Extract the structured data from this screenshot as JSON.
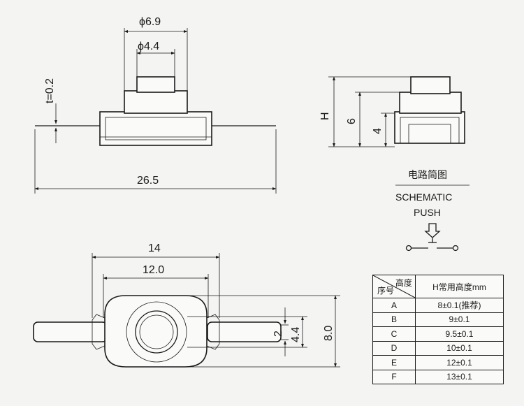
{
  "side_view": {
    "outer_diameter": "ϕ6.9",
    "inner_diameter": "ϕ4.4",
    "thickness": "t=0.2",
    "total_length": "26.5"
  },
  "height_view": {
    "h_label": "H",
    "mid_height": "6",
    "base_height": "4"
  },
  "schematic": {
    "title_cn": "电路简图",
    "title_en": "SCHEMATIC",
    "subtitle": "PUSH"
  },
  "top_view": {
    "outer_width": "14",
    "inner_width": "12.0",
    "pin_width": "2",
    "button_dia": "4.4",
    "total_height": "8.0"
  },
  "height_table": {
    "col_height": "高度",
    "col_index": "序号",
    "col_value": "H常用高度mm",
    "rows": [
      {
        "id": "A",
        "value": "8±0.1(推荐)"
      },
      {
        "id": "B",
        "value": "9±0.1"
      },
      {
        "id": "C",
        "value": "9.5±0.1"
      },
      {
        "id": "D",
        "value": "10±0.1"
      },
      {
        "id": "E",
        "value": "12±0.1"
      },
      {
        "id": "F",
        "value": "13±0.1"
      }
    ]
  }
}
